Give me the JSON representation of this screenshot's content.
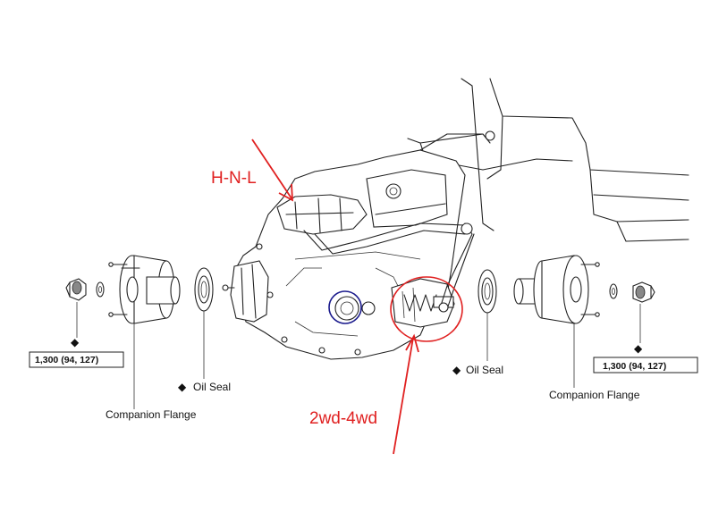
{
  "labels": {
    "torque_left": "1,300 (94, 127)",
    "torque_right": "1,300 (94, 127)",
    "oil_seal_left": "Oil Seal",
    "oil_seal_right": "Oil Seal",
    "companion_flange_left": "Companion Flange",
    "companion_flange_right": "Companion Flange"
  },
  "annotations": {
    "shift_label": "H-N-L",
    "switch_label": "2wd-4wd"
  },
  "colors": {
    "annotation_red": "#e02020",
    "highlight_blue": "#1a1a8c",
    "line": "#222222"
  },
  "icons": {
    "diamond": "◆"
  }
}
